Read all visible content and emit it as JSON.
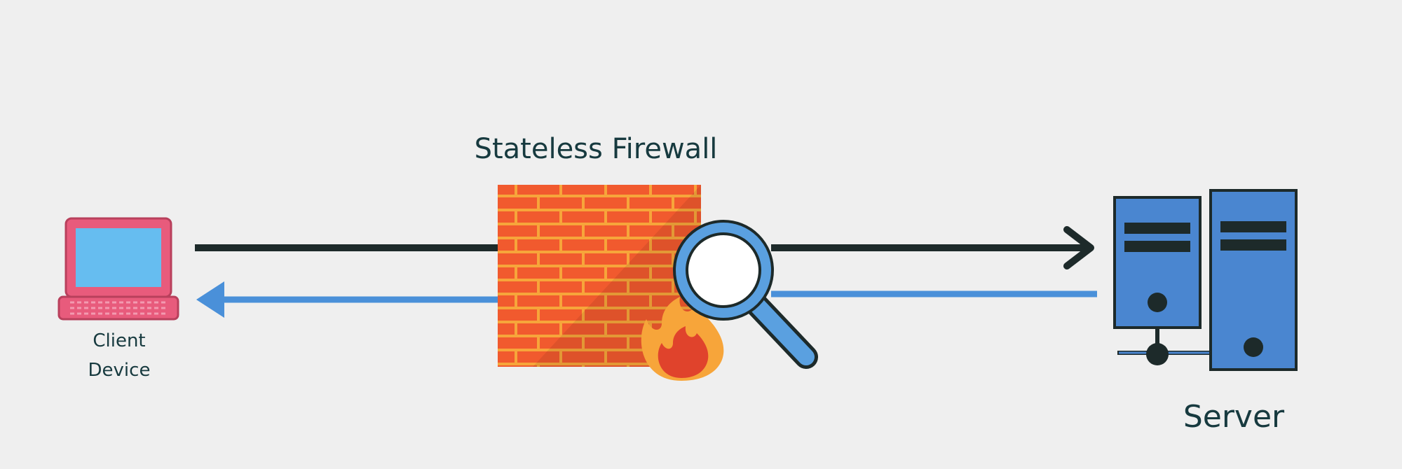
{
  "diagram": {
    "firewall_title": "Stateless Firewall",
    "client_label_line1": "Client",
    "client_label_line2": "Device",
    "server_label": "Server"
  },
  "icons": {
    "client": "laptop-icon",
    "firewall": "brick-wall-icon",
    "fire": "fire-icon",
    "inspect": "magnifying-glass-icon",
    "server": "server-icon"
  },
  "colors": {
    "background": "#efefef",
    "request_arrow": "#1d2a2a",
    "response_arrow": "#4a90d9",
    "brick": "#f15a2e",
    "mortar": "#f7a53a",
    "laptop": "#e85b7c",
    "server": "#4a86d0"
  }
}
